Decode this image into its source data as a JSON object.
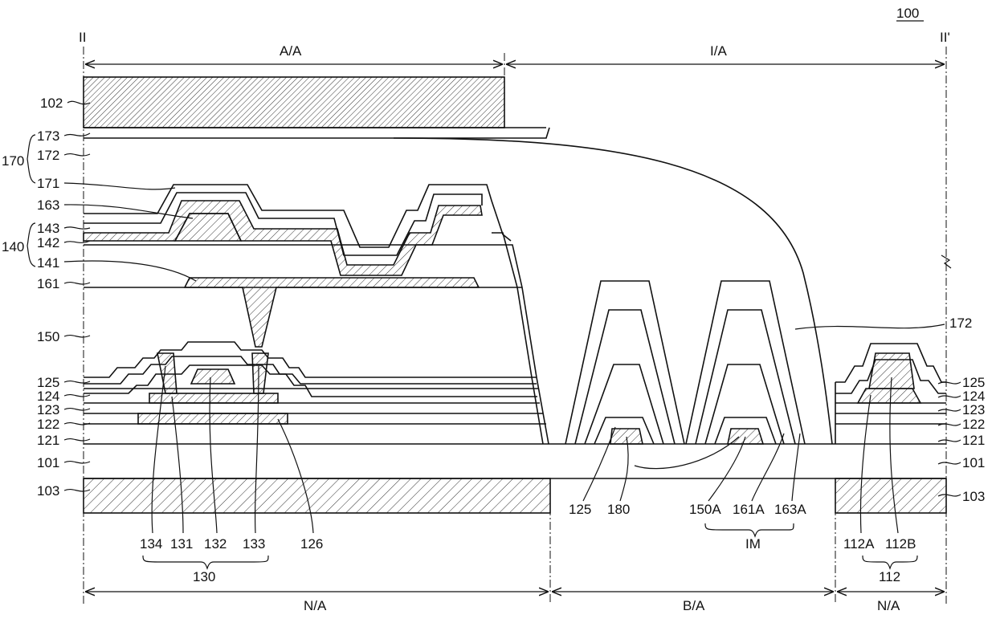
{
  "figure_number": "100",
  "section_marks": {
    "left": "II",
    "right": "II'"
  },
  "regions_top": {
    "aa": "A/A",
    "ia": "I/A"
  },
  "regions_bottom": {
    "na_left": "N/A",
    "ba": "B/A",
    "na_right": "N/A"
  },
  "left_labels": {
    "l102": "102",
    "l173": "173",
    "l170": "170",
    "l172": "172",
    "l171": "171",
    "l163": "163",
    "l143": "143",
    "l140": "140",
    "l142": "142",
    "l141": "141",
    "l161": "161",
    "l150": "150",
    "l125": "125",
    "l124": "124",
    "l123": "123",
    "l122": "122",
    "l121": "121",
    "l101": "101",
    "l103": "103"
  },
  "right_labels": {
    "r172": "172",
    "r125": "125",
    "r124": "124",
    "r123": "123",
    "r122": "122",
    "r121": "121",
    "r101": "101",
    "r103": "103"
  },
  "bottom_labels": {
    "b134": "134",
    "b131": "131",
    "b132": "132",
    "b133": "133",
    "b126": "126",
    "b130": "130",
    "b125": "125",
    "b180": "180",
    "b150a": "150A",
    "b161a": "161A",
    "b163a": "163A",
    "bim": "IM",
    "b112a": "112A",
    "b112b": "112B",
    "b112": "112"
  }
}
